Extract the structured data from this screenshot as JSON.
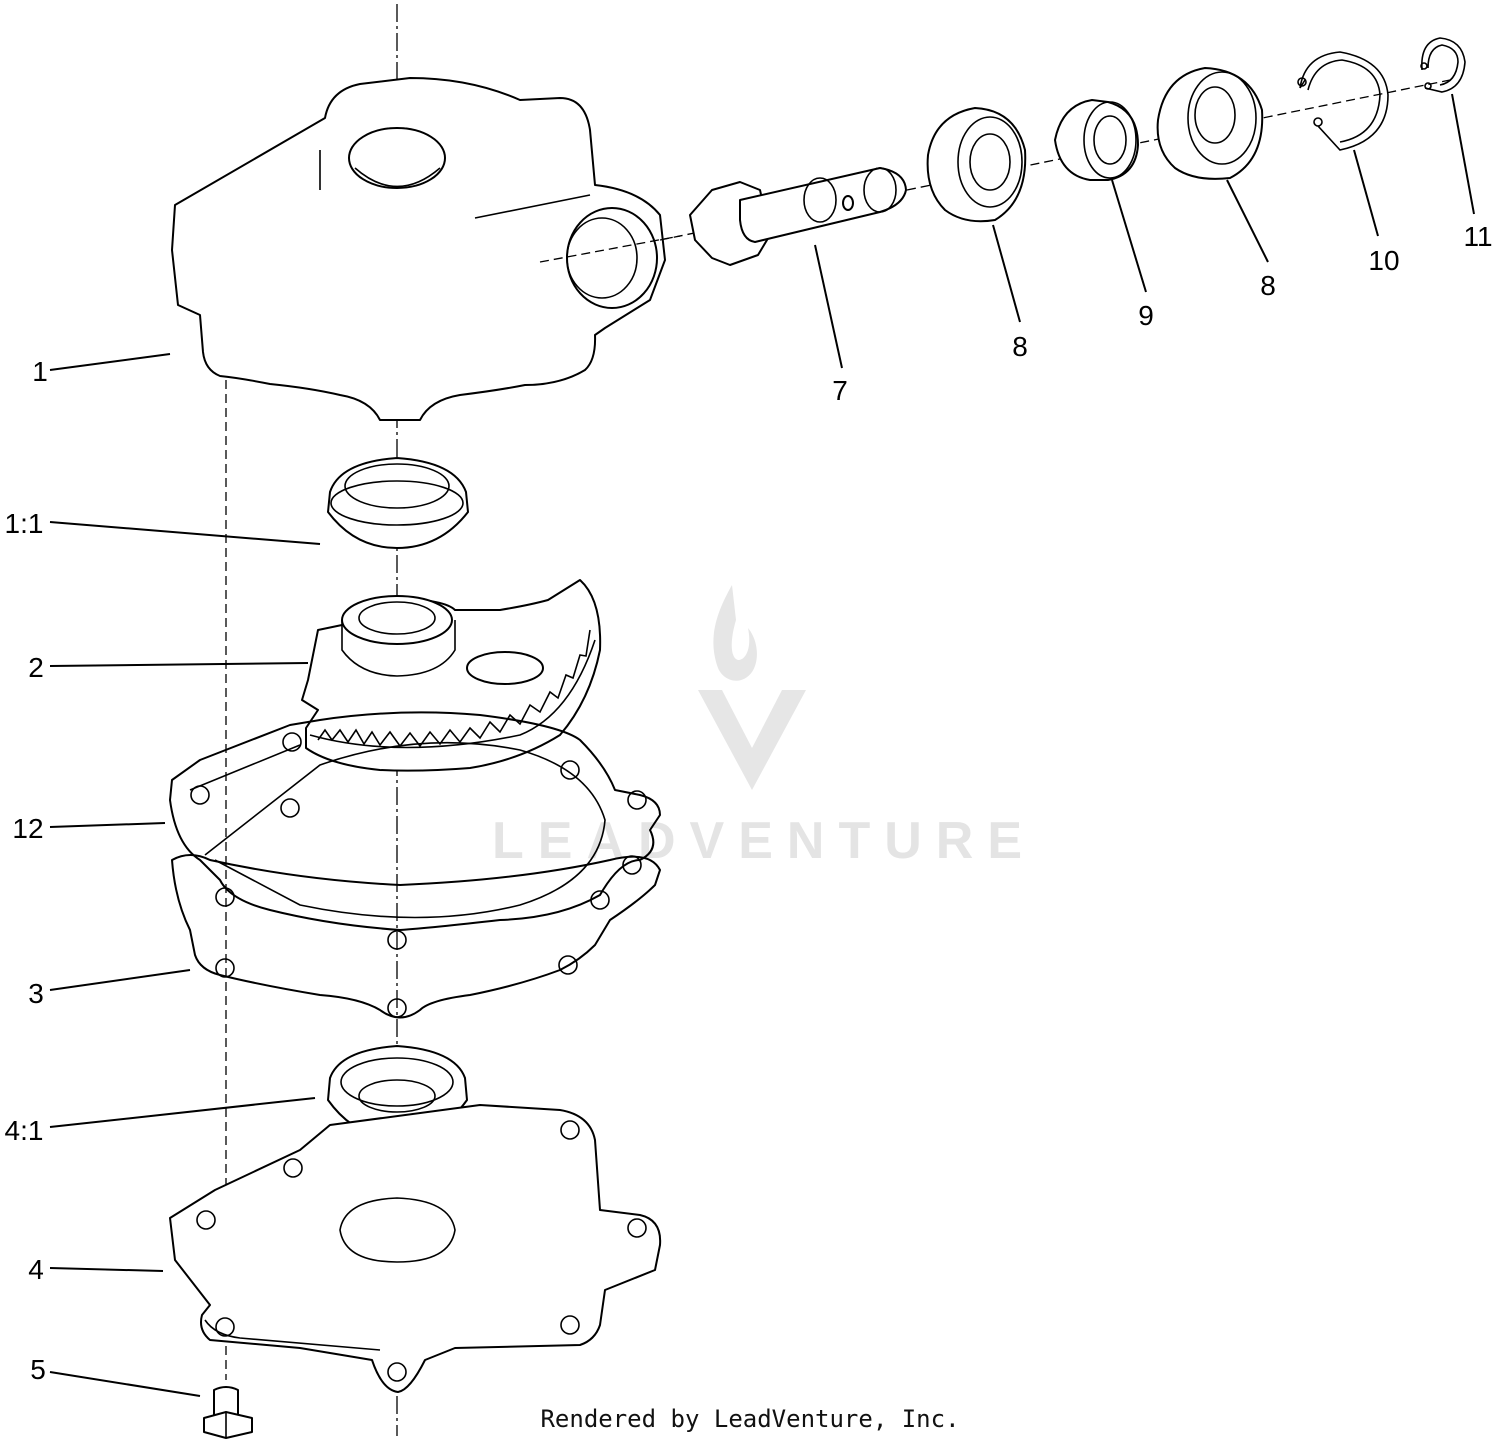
{
  "diagram": {
    "callouts": [
      {
        "id": "c1",
        "text": "1"
      },
      {
        "id": "c11",
        "text": "1:1"
      },
      {
        "id": "c2",
        "text": "2"
      },
      {
        "id": "c12",
        "text": "12"
      },
      {
        "id": "c3",
        "text": "3"
      },
      {
        "id": "c41",
        "text": "4:1"
      },
      {
        "id": "c4",
        "text": "4"
      },
      {
        "id": "c5",
        "text": "5"
      },
      {
        "id": "c7",
        "text": "7"
      },
      {
        "id": "c8a",
        "text": "8"
      },
      {
        "id": "c9",
        "text": "9"
      },
      {
        "id": "c8b",
        "text": "8"
      },
      {
        "id": "c10",
        "text": "10"
      },
      {
        "id": "c11r",
        "text": "11"
      }
    ],
    "watermark": "LEADVENTURE",
    "credit": "Rendered by LeadVenture, Inc."
  }
}
